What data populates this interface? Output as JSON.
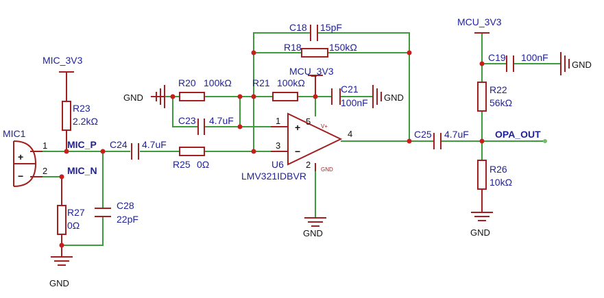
{
  "nets": {
    "mic_3v3": "MIC_3V3",
    "mcu_3v3_top": "MCU_3V3",
    "mcu_3v3_opamp": "MCU_3V3",
    "mic_p": "MIC_P",
    "mic_n": "MIC_N",
    "opa_out": "OPA_OUT",
    "gnd": "GND"
  },
  "components": {
    "mic1": {
      "ref": "MIC1",
      "pin1": "1",
      "pin2": "2",
      "plus": "+",
      "minus": "−"
    },
    "r23": {
      "ref": "R23",
      "value": "2.2kΩ"
    },
    "r27": {
      "ref": "R27",
      "value": "0Ω"
    },
    "c28": {
      "ref": "C28",
      "value": "22pF"
    },
    "c24": {
      "ref": "C24",
      "value": "4.7uF"
    },
    "r25": {
      "ref": "R25",
      "value": "0Ω"
    },
    "r20": {
      "ref": "R20",
      "value": "100kΩ"
    },
    "r21": {
      "ref": "R21",
      "value": "100kΩ"
    },
    "c23": {
      "ref": "C23",
      "value": "4.7uF"
    },
    "c21": {
      "ref": "C21",
      "value": "100nF"
    },
    "c18": {
      "ref": "C18",
      "value": "15pF"
    },
    "r18": {
      "ref": "R18",
      "value": "150kΩ"
    },
    "u6": {
      "ref": "U6",
      "part": "LMV321IDBVR",
      "pin1": "1",
      "pin2": "2",
      "pin3": "3",
      "pin4": "4",
      "pin5": "5",
      "vplus": "V+",
      "gnd": "GND",
      "plus": "+",
      "minus": "−"
    },
    "c25": {
      "ref": "C25",
      "value": "4.7uF"
    },
    "c19": {
      "ref": "C19",
      "value": "100nF"
    },
    "r22": {
      "ref": "R22",
      "value": "56kΩ"
    },
    "r26": {
      "ref": "R26",
      "value": "10kΩ"
    }
  },
  "colors": {
    "wire": "#3c9c3c",
    "component": "#a31f1f",
    "label": "#1f1f9a",
    "junction": "#c81e1e"
  }
}
